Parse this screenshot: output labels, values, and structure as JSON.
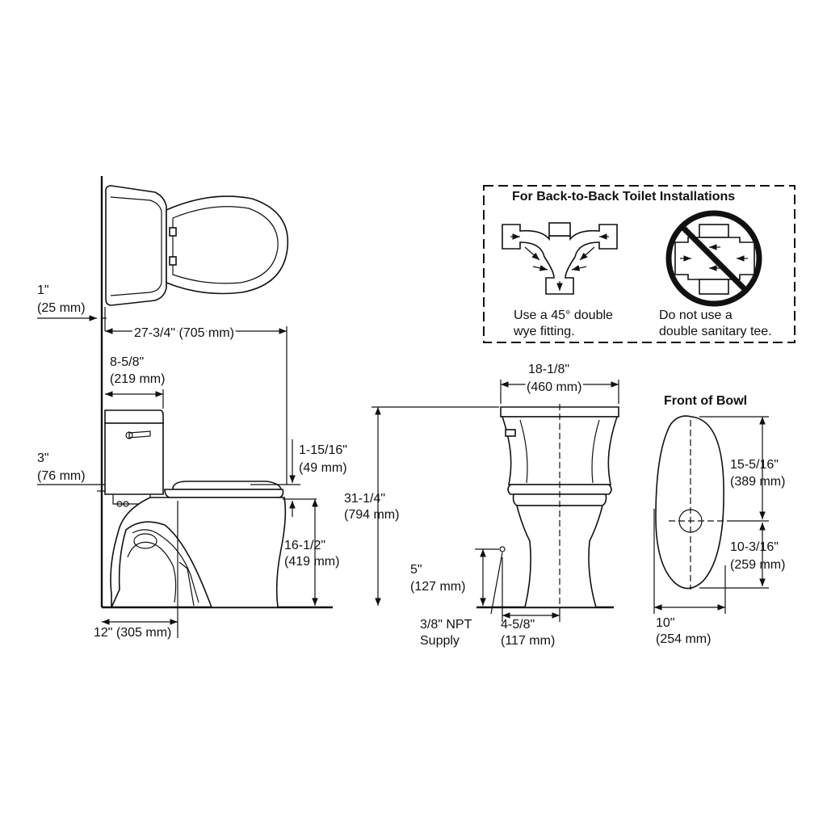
{
  "dimensions": {
    "wall_offset_in": "1\"",
    "wall_offset_mm": "(25 mm)",
    "overall_depth": "27-3/4\" (705 mm)",
    "tank_depth_in": "8-5/8\"",
    "tank_depth_mm": "(219 mm)",
    "tank_gap_in": "3\"",
    "tank_gap_mm": "(76 mm)",
    "seat_rise_in": "1-15/16\"",
    "seat_rise_mm": "(49 mm)",
    "overall_height_in": "31-1/4\"",
    "overall_height_mm": "(794 mm)",
    "rim_height_in": "16-1/2\"",
    "rim_height_mm": "(419 mm)",
    "rough_in": "12\" (305 mm)",
    "tank_width_in": "18-1/8\"",
    "tank_width_mm": "(460 mm)",
    "supply_height_in": "5\"",
    "supply_height_mm": "(127 mm)",
    "supply_label_1": "3/8\" NPT",
    "supply_label_2": "Supply",
    "supply_offset_in": "4-5/8\"",
    "supply_offset_mm": "(117 mm)",
    "bowl_front_in": "15-5/16\"",
    "bowl_front_mm": "(389 mm)",
    "bowl_rear_in": "10-3/16\"",
    "bowl_rear_mm": "(259 mm)",
    "bowl_width_in": "10\"",
    "bowl_width_mm": "(254 mm)"
  },
  "front_of_bowl": {
    "title": "Front of Bowl"
  },
  "back_to_back": {
    "title": "For Back-to-Back Toilet Installations",
    "do_line1": "Use a 45° double",
    "do_line2": "wye fitting.",
    "dont_line1": "Do not use a",
    "dont_line2": "double sanitary tee."
  }
}
